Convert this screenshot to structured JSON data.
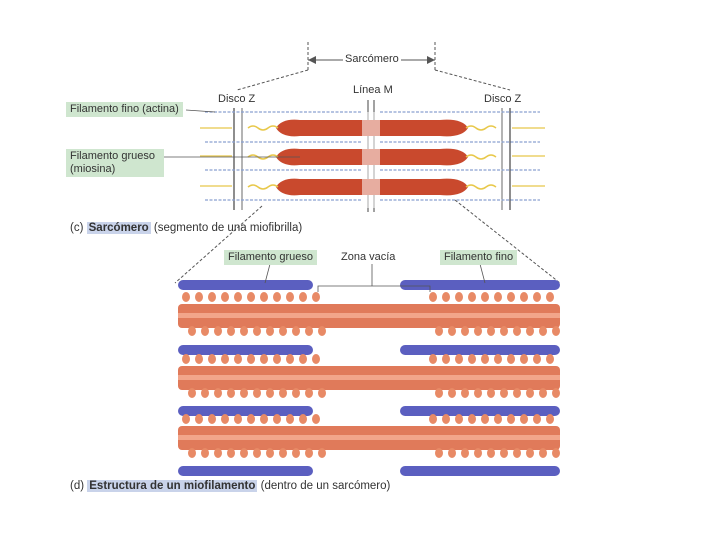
{
  "sarcomere": {
    "title": "Sarcómero",
    "line_m": "Línea M",
    "disc_left": "Disco Z",
    "disc_right": "Disco Z",
    "thin_label": "Filamento fino (actina)",
    "thick_label_1": "Filamento grueso",
    "thick_label_2": "(miosina)"
  },
  "caption_c": {
    "letter": "(c)",
    "bold": "Sarcómero",
    "rest": "(segmento de una miofibrilla)"
  },
  "detail": {
    "thick": "Filamento grueso",
    "bare_zone": "Zona vacía",
    "thin": "Filamento fino"
  },
  "caption_d": {
    "letter": "(d)",
    "bold": "Estructura de un miofilamento",
    "rest": "(dentro de un sarcómero)"
  },
  "colors": {
    "myosin": "#d9593a",
    "actin": "#4a4fae",
    "tag_bg": "#cfe6cf",
    "highlight": "#c9d3ea"
  }
}
